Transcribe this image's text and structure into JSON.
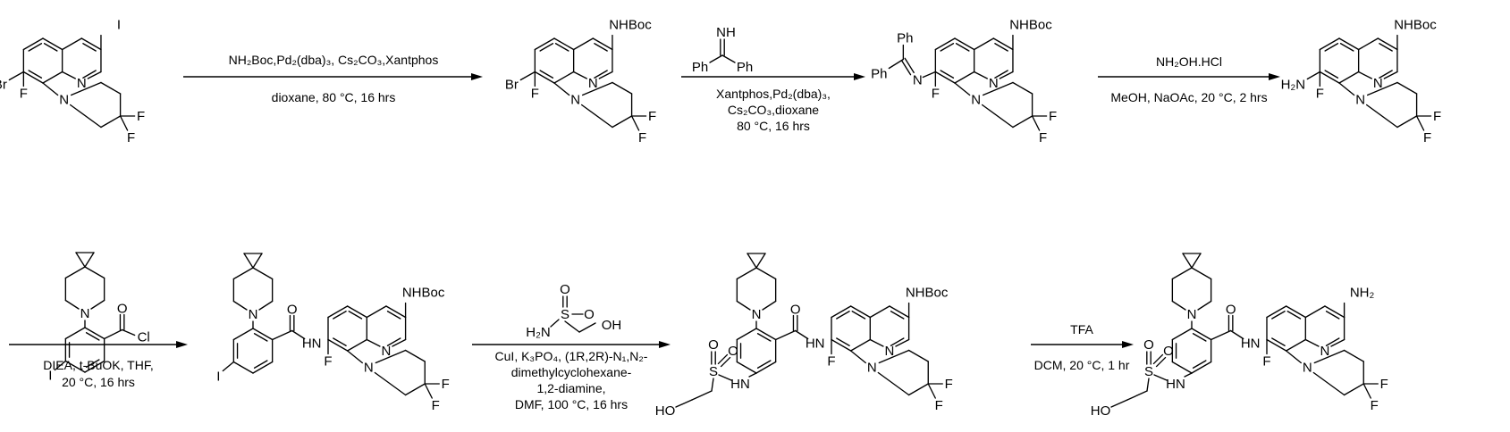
{
  "labels": {
    "I": "I",
    "Br": "Br",
    "F": "F",
    "N": "N",
    "O": "O",
    "S": "S",
    "Cl": "Cl",
    "H": "H",
    "HN": "HN",
    "Ph": "Ph",
    "NHBoc": "NHBoc",
    "NH": "NH",
    "H2N": "H₂N",
    "NH2": "NH₂",
    "HO": "HO",
    "OH": "OH"
  },
  "steps": [
    {
      "above": "NH₂Boc,Pd₂(dba)₃, Cs₂CO₃,Xantphos",
      "below": [
        "dioxane, 80 °C, 16 hrs"
      ]
    },
    {
      "above_reagent": "Ph2C=NH",
      "below": [
        "Xantphos,Pd₂(dba)₃,",
        "Cs₂CO₃,dioxane",
        "80 °C, 16 hrs"
      ]
    },
    {
      "above": "NH₂OH.HCl",
      "below": [
        "MeOH, NaOAc, 20 °C, 2 hrs"
      ]
    },
    {
      "above_reagent": "2-(6-azaspiro[2.5]octan-6-yl)-4-iodobenzoyl chloride",
      "below": [
        "DIEA, t-BuOK, THF,",
        "20 °C, 16 hrs"
      ]
    },
    {
      "above_reagent": "2-hydroxyethanesulfonamide",
      "below": [
        "CuI, K₃PO₄, (1R,2R)-N₁,N₂-",
        "dimethylcyclohexane-",
        "1,2-diamine,",
        "DMF, 100 °C, 16 hrs"
      ]
    },
    {
      "above": "TFA",
      "below": [
        "DCM, 20 °C, 1 hr"
      ]
    }
  ]
}
